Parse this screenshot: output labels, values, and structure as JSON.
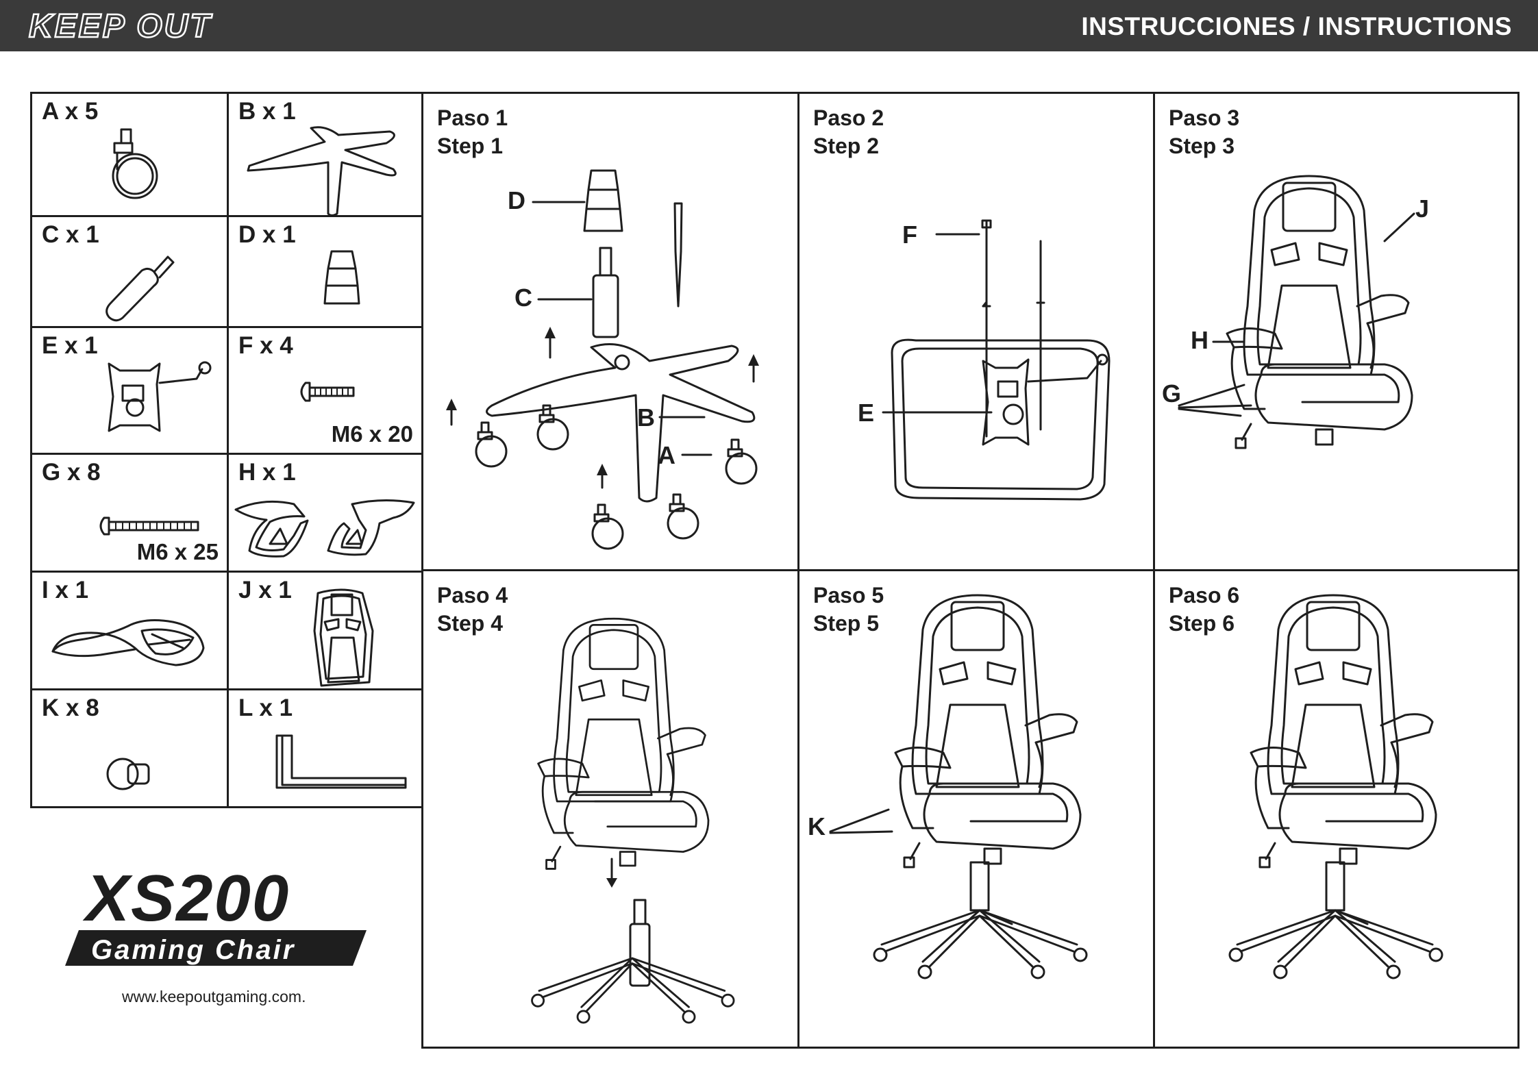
{
  "header": {
    "brand": "KEEP OUT",
    "title": "INSTRUCCIONES / INSTRUCTIONS",
    "background_color": "#3a3a3a"
  },
  "parts": [
    {
      "label": "A x 5",
      "icon": "caster-wheel-icon"
    },
    {
      "label": "B x 1",
      "icon": "star-base-icon"
    },
    {
      "label": "C x 1",
      "icon": "gas-cylinder-icon"
    },
    {
      "label": "D x 1",
      "icon": "cylinder-cover-icon"
    },
    {
      "label": "E x 1",
      "icon": "tilt-mechanism-icon"
    },
    {
      "label": "F x 4",
      "spec": "M6 x 20",
      "icon": "bolt-icon"
    },
    {
      "label": "G x 8",
      "spec": "M6 x 25",
      "icon": "bolt-icon"
    },
    {
      "label": "H x 1",
      "icon": "armrests-icon"
    },
    {
      "label": "I x 1",
      "icon": "seat-icon"
    },
    {
      "label": "J x 1",
      "icon": "backrest-icon"
    },
    {
      "label": "K x 8",
      "icon": "cap-icon"
    },
    {
      "label": "L x 1",
      "icon": "allen-key-icon"
    }
  ],
  "steps": [
    {
      "paso": "Paso 1",
      "step": "Step 1",
      "callouts": [
        "D",
        "C",
        "B",
        "A"
      ]
    },
    {
      "paso": "Paso 2",
      "step": "Step 2",
      "callouts": [
        "F",
        "E"
      ]
    },
    {
      "paso": "Paso 3",
      "step": "Step 3",
      "callouts": [
        "J",
        "H",
        "G"
      ]
    },
    {
      "paso": "Paso 4",
      "step": "Step 4",
      "callouts": []
    },
    {
      "paso": "Paso 5",
      "step": "Step 5",
      "callouts": [
        "K"
      ]
    },
    {
      "paso": "Paso 6",
      "step": "Step 6",
      "callouts": []
    }
  ],
  "footer": {
    "model": "XS200",
    "subtitle": "Gaming Chair",
    "website": "www.keepoutgaming.com."
  }
}
